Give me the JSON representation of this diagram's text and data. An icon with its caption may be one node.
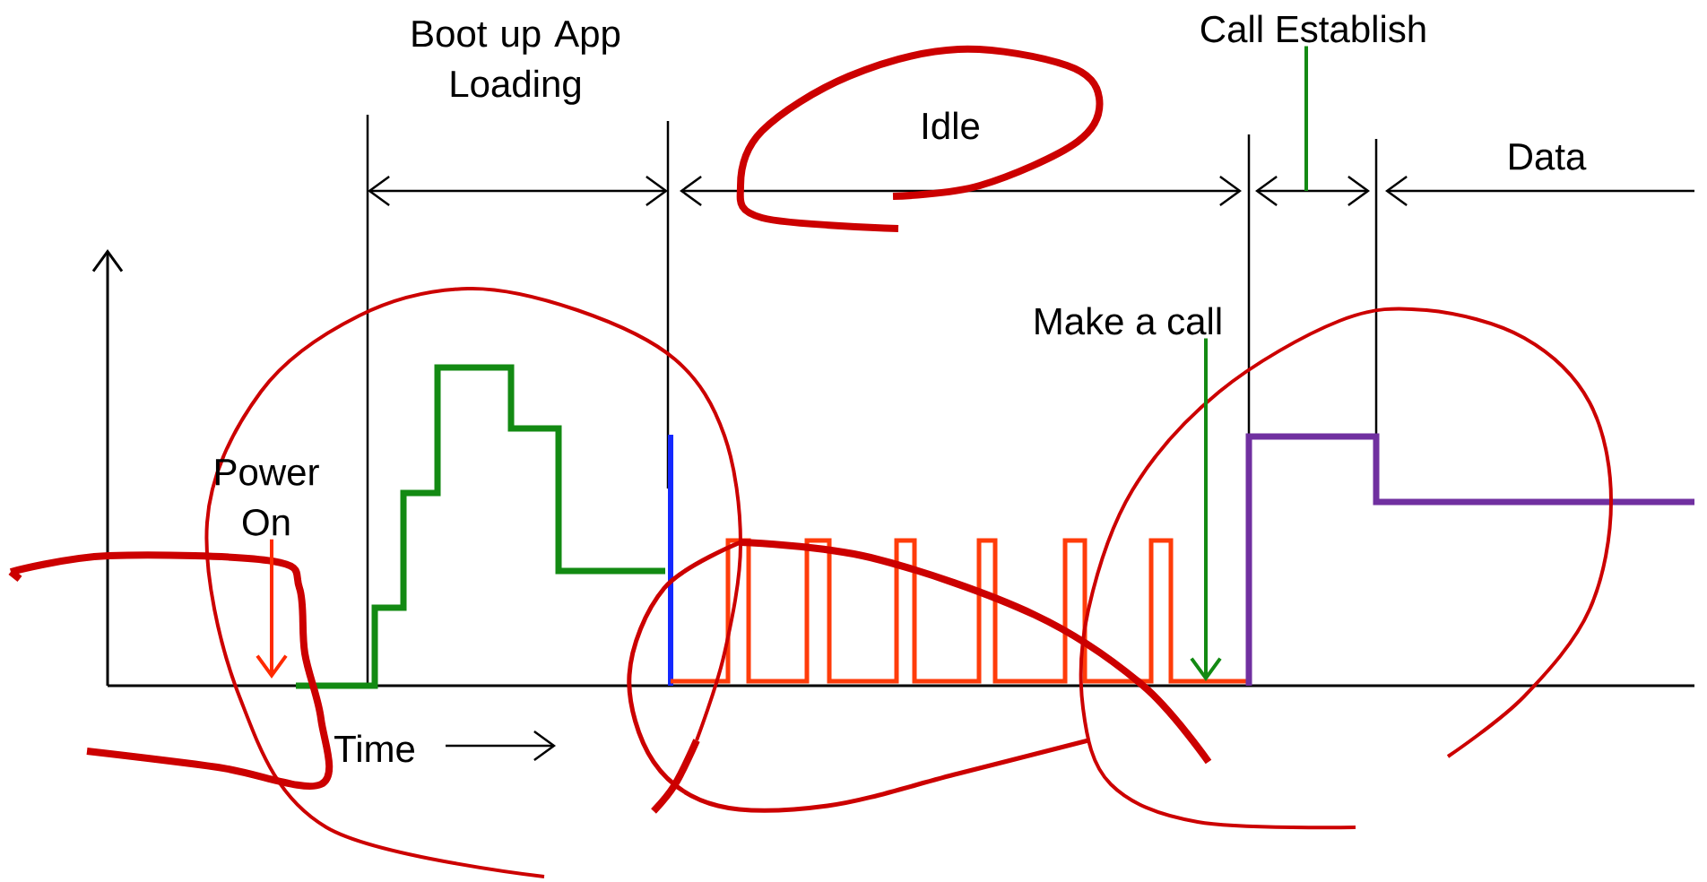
{
  "diagram": {
    "nodes": [
      {
        "text": [
          "Power On"
        ]
      },
      {
        "text": [
          "Make a call"
        ]
      },
      {
        "text": [
          "Call Establish"
        ]
      }
    ],
    "edges": [
      {
        "from": 0,
        "to": null,
        "arrow": "to",
        "color": "#ff2a00"
      },
      {
        "from": 1,
        "to": null,
        "arrow": "to",
        "color": "#138a13"
      },
      {
        "from": 2,
        "to": null,
        "arrow": "none",
        "color": "#138a13"
      }
    ],
    "labels": [
      "Boot up App Loading",
      "Idle",
      "Data",
      "Time"
    ]
  }
}
